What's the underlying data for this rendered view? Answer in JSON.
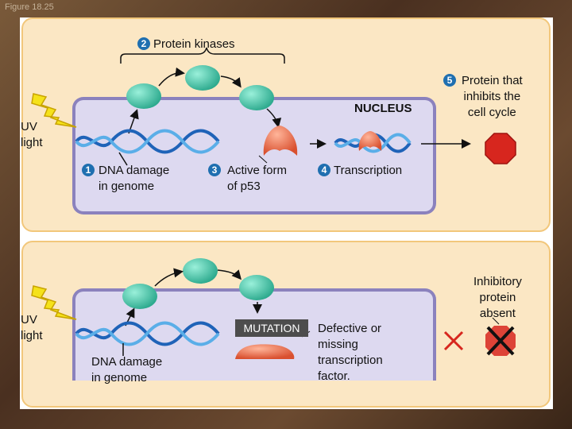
{
  "figure_label": "Figure 18.25",
  "top": {
    "step2": {
      "num": "2",
      "label": "Protein kinases"
    },
    "step5": {
      "num": "5",
      "label": "Protein that\ninhibits the\ncell cycle"
    },
    "nucleus_label": "NUCLEUS",
    "uv_label": "UV\nlight",
    "step1": {
      "num": "1",
      "label": "DNA damage\nin genome"
    },
    "step3": {
      "num": "3",
      "label": "Active form\nof p53"
    },
    "step4": {
      "num": "4",
      "label": "Transcription"
    }
  },
  "bottom": {
    "uv_label": "UV\nlight",
    "dna_damage": "DNA damage\nin genome",
    "mutation": "MUTATION",
    "defective": "Defective or\nmissing\ntranscription\nfactor.",
    "inhibitory_absent": "Inhibitory\nprotein\nabsent"
  },
  "colors": {
    "kinase": "#44c4a6",
    "p53": "#e36a4e",
    "stop": "#d7261e",
    "nucleus": "#8b82bd",
    "panel": "#fbe7c4"
  },
  "icons": [
    "lightning-icon",
    "dna-helix-icon",
    "stop-sign-icon",
    "x-mark-icon"
  ]
}
